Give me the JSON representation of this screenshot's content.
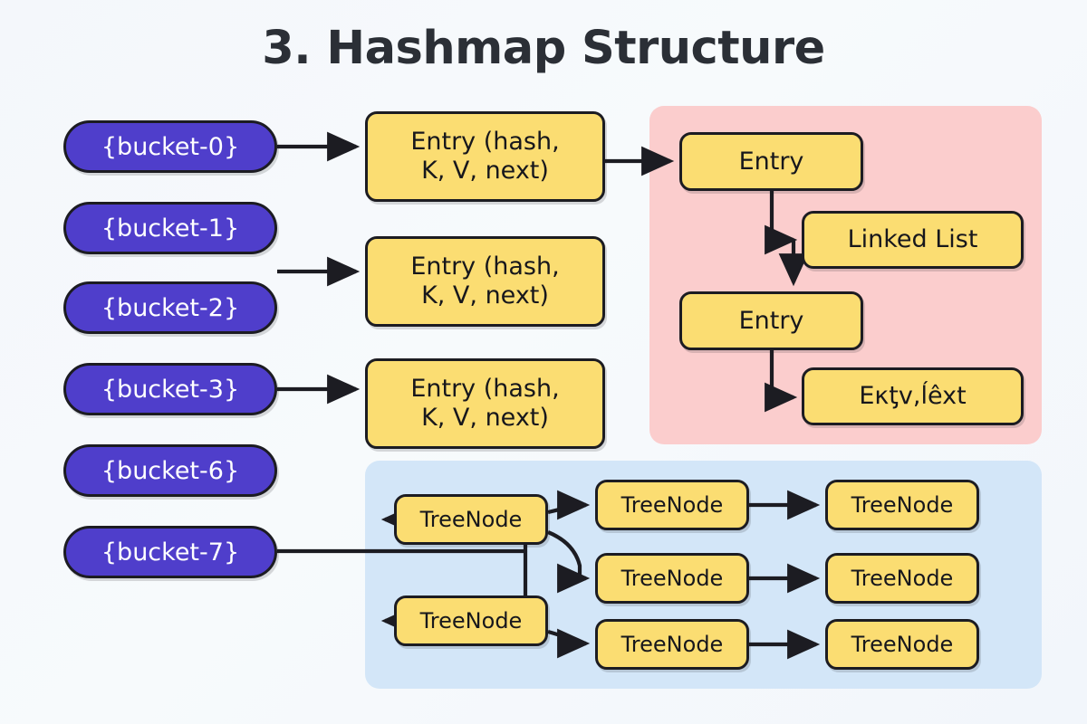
{
  "page": {
    "title": "3. Hashmap Structure",
    "background": "#f2f6fb"
  },
  "colors": {
    "bucket_fill": "#4f3ecb",
    "bucket_text": "#ffffff",
    "node_fill": "#fbdd72",
    "node_text": "#17171c",
    "node_border": "#1c1c22",
    "linkedlist_panel": "#fbcdcd",
    "tree_panel": "#d3e6f8",
    "arrow": "#1c1c22",
    "title_text": "#2b2f36"
  },
  "buckets": [
    {
      "label": "{bucket-0}"
    },
    {
      "label": "{bucket-1}"
    },
    {
      "label": "{bucket-2}"
    },
    {
      "label": "{bucket-3}"
    },
    {
      "label": "{bucket-6}"
    },
    {
      "label": "{bucket-7}"
    }
  ],
  "entries": [
    {
      "line1": "Entry (hash,",
      "line2": "K, V, next)"
    },
    {
      "line1": "Entry (hash,",
      "line2": "K, V, next)"
    },
    {
      "line1": "Entry (hash,",
      "line2": "K, V, next)"
    }
  ],
  "linked_list_panel": {
    "nodes": [
      {
        "label": "Entry"
      },
      {
        "label": "Linked List"
      },
      {
        "label": "Entry"
      },
      {
        "label": "Eκƫv,ĺêxt"
      }
    ]
  },
  "tree_panel": {
    "nodes": [
      {
        "label": "TreeNode"
      },
      {
        "label": "TreeNode"
      },
      {
        "label": "TreeNode"
      },
      {
        "label": "TreeNode"
      },
      {
        "label": "TreeNode"
      },
      {
        "label": "TreeNode"
      },
      {
        "label": "TreeNode"
      },
      {
        "label": "TreeNode"
      }
    ]
  }
}
